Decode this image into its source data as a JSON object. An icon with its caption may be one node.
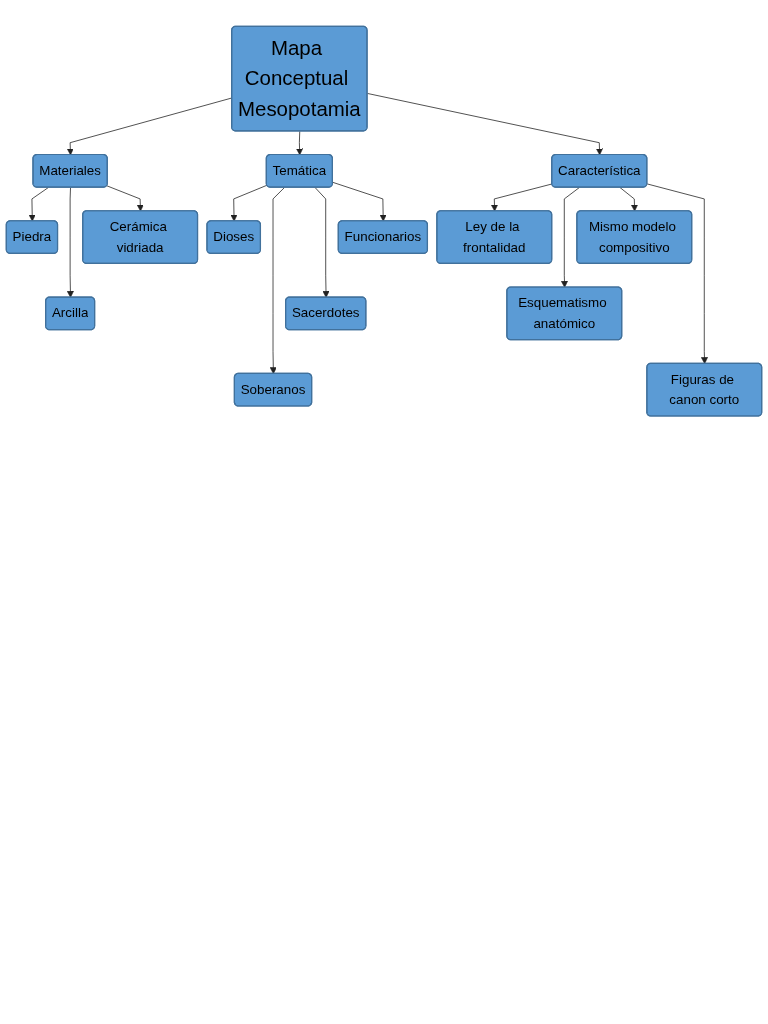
{
  "diagram": {
    "nodes": [
      {
        "text": [
          "Mapa Conceptual Mesopotamia"
        ]
      },
      {
        "text": [
          "Materiales"
        ]
      },
      {
        "text": [
          "Temática"
        ]
      },
      {
        "text": [
          "Característica"
        ]
      },
      {
        "text": [
          "Piedra"
        ]
      },
      {
        "text": [
          "Arcilla"
        ]
      },
      {
        "text": [
          "Cerámica vidriada"
        ]
      },
      {
        "text": [
          "Dioses"
        ]
      },
      {
        "text": [
          "Soberanos"
        ]
      },
      {
        "text": [
          "Sacerdotes"
        ]
      },
      {
        "text": [
          "Funcionarios"
        ]
      },
      {
        "text": [
          "Ley de la frontalidad"
        ]
      },
      {
        "text": [
          "Esquematismo anatómico"
        ]
      },
      {
        "text": [
          "Mismo modelo compositivo"
        ]
      },
      {
        "text": [
          "Figuras de canon corto"
        ]
      }
    ],
    "edges": [
      {
        "from": 0,
        "to": 1,
        "arrow": "to"
      },
      {
        "from": 0,
        "to": 2,
        "arrow": "to"
      },
      {
        "from": 0,
        "to": 3,
        "arrow": "to"
      },
      {
        "from": 1,
        "to": 4,
        "arrow": "to"
      },
      {
        "from": 1,
        "to": 5,
        "arrow": "to"
      },
      {
        "from": 1,
        "to": 6,
        "arrow": "to"
      },
      {
        "from": 2,
        "to": 7,
        "arrow": "to"
      },
      {
        "from": 2,
        "to": 8,
        "arrow": "to"
      },
      {
        "from": 2,
        "to": 9,
        "arrow": "to"
      },
      {
        "from": 2,
        "to": 10,
        "arrow": "to"
      },
      {
        "from": 3,
        "to": 11,
        "arrow": "to"
      },
      {
        "from": 3,
        "to": 12,
        "arrow": "to"
      },
      {
        "from": 3,
        "to": 13,
        "arrow": "to"
      },
      {
        "from": 3,
        "to": 14,
        "arrow": "to"
      }
    ]
  }
}
